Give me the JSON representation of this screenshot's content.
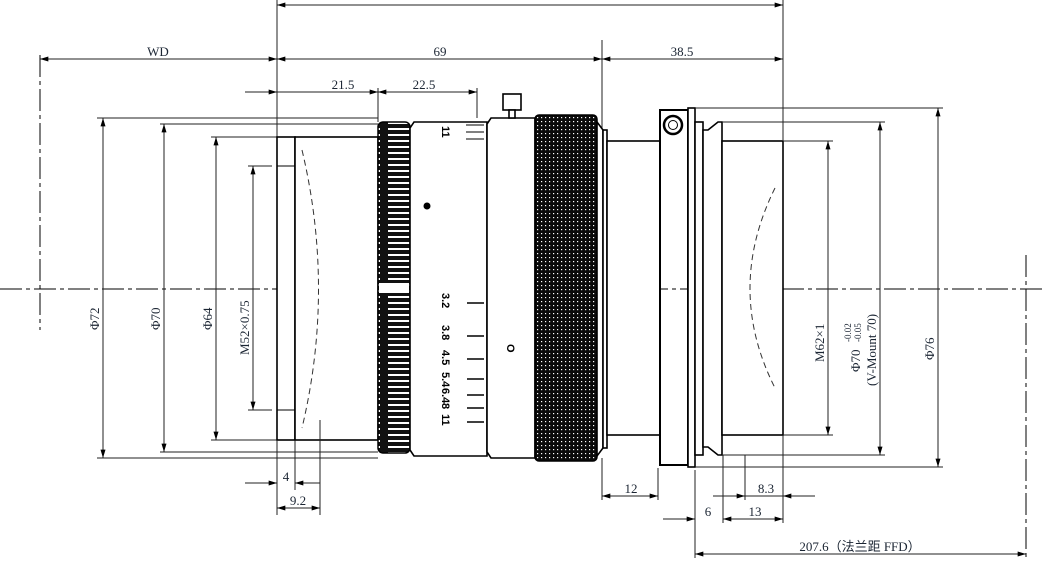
{
  "drawing": {
    "dimensions": {
      "wd": "WD",
      "len_69": "69",
      "len_38_5": "38.5",
      "len_21_5": "21.5",
      "len_22_5": "22.5",
      "dia_72": "Φ72",
      "dia_70_front": "Φ70",
      "dia_64": "Φ64",
      "thread_front": "M52×0.75",
      "thread_rear": "M62×1",
      "dia_70_mount": "Φ70",
      "tol_upper": "-0.02",
      "tol_lower": "-0.05",
      "mount_name": "(V-Mount 70)",
      "dia_76": "Φ76",
      "len_4": "4",
      "len_9_2": "9.2",
      "len_12": "12",
      "len_8_3": "8.3",
      "len_6": "6",
      "len_13": "13",
      "ffd": "207.6（法兰距 FFD）"
    },
    "aperture_scale": [
      "3.2",
      "3.8",
      "4.5",
      "5.4",
      "6.4",
      "8",
      "11"
    ],
    "aperture_scale_top": "11",
    "focus_mark": "O"
  }
}
